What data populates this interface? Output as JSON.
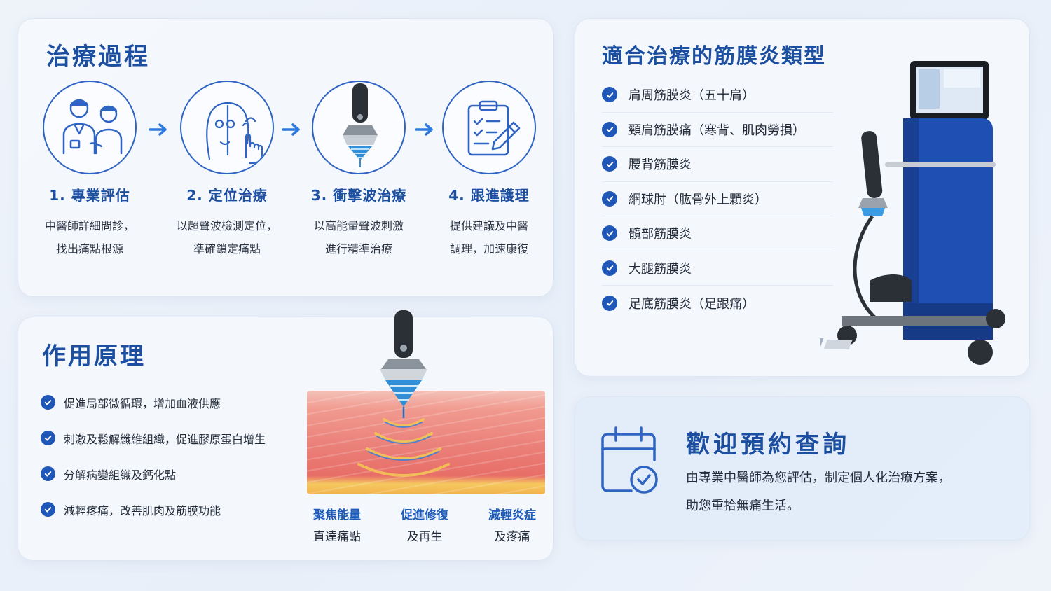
{
  "process": {
    "title": "治療過程",
    "steps": [
      {
        "title": "1. 專業評估",
        "line1": "中醫師詳細問診，",
        "line2": "找出痛點根源"
      },
      {
        "title": "2. 定位治療",
        "line1": "以超聲波檢測定位，",
        "line2": "準確鎖定痛點"
      },
      {
        "title": "3. 衝擊波治療",
        "line1": "以高能量聲波刺激",
        "line2": "進行精準治療"
      },
      {
        "title": "4. 跟進護理",
        "line1": "提供建議及中醫",
        "line2": "調理，加速康復"
      }
    ]
  },
  "mechanism": {
    "title": "作用原理",
    "items": [
      "促進局部微循環，增加血液供應",
      "刺激及鬆解纖維組織，促進膠原蛋白增生",
      "分解病變組織及鈣化點",
      "減輕疼痛，改善肌肉及筋膜功能"
    ],
    "benefits": [
      {
        "line1": "聚焦能量",
        "line2": "直達痛點"
      },
      {
        "line1": "促進修復",
        "line2": "及再生"
      },
      {
        "line1": "減輕炎症",
        "line2": "及疼痛"
      }
    ]
  },
  "types": {
    "title": "適合治療的筋膜炎類型",
    "items": [
      "肩周筋膜炎（五十肩）",
      "頸肩筋膜痛（寒背、肌肉勞損）",
      "腰背筋膜炎",
      "網球肘（肱骨外上顆炎）",
      "髖部筋膜炎",
      "大腿筋膜炎",
      "足底筋膜炎（足跟痛）"
    ]
  },
  "booking": {
    "title": "歡迎預約查詢",
    "line1": "由專業中醫師為您評估，制定個人化治療方案，",
    "line2": "助您重拾無痛生活。"
  },
  "colors": {
    "accent": "#1d4fa0",
    "check": "#1f57b8"
  }
}
